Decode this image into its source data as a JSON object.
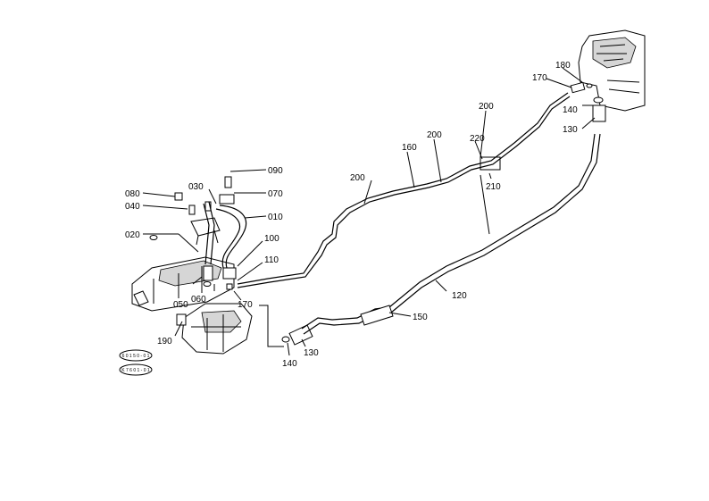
{
  "callouts": {
    "c010": "010",
    "c020": "020",
    "c030": "030",
    "c040": "040",
    "c050": "050",
    "c060": "060",
    "c070": "070",
    "c080": "080",
    "c090": "090",
    "c100": "100",
    "c110": "110",
    "c120": "120",
    "c130_top": "130",
    "c130_bottom": "130",
    "c140_top": "140",
    "c140_bottom": "140",
    "c150": "150",
    "c160": "160",
    "c170_top": "170",
    "c170_bottom": "170",
    "c180": "180",
    "c190": "190",
    "c200_a": "200",
    "c200_b": "200",
    "c200_c": "200",
    "c210": "210",
    "c220": "220"
  },
  "stamps": {
    "stamp_top": "6 0 1 5 0 - 0 1",
    "stamp_bottom": "K 7 6 0 1 - 0 1"
  }
}
